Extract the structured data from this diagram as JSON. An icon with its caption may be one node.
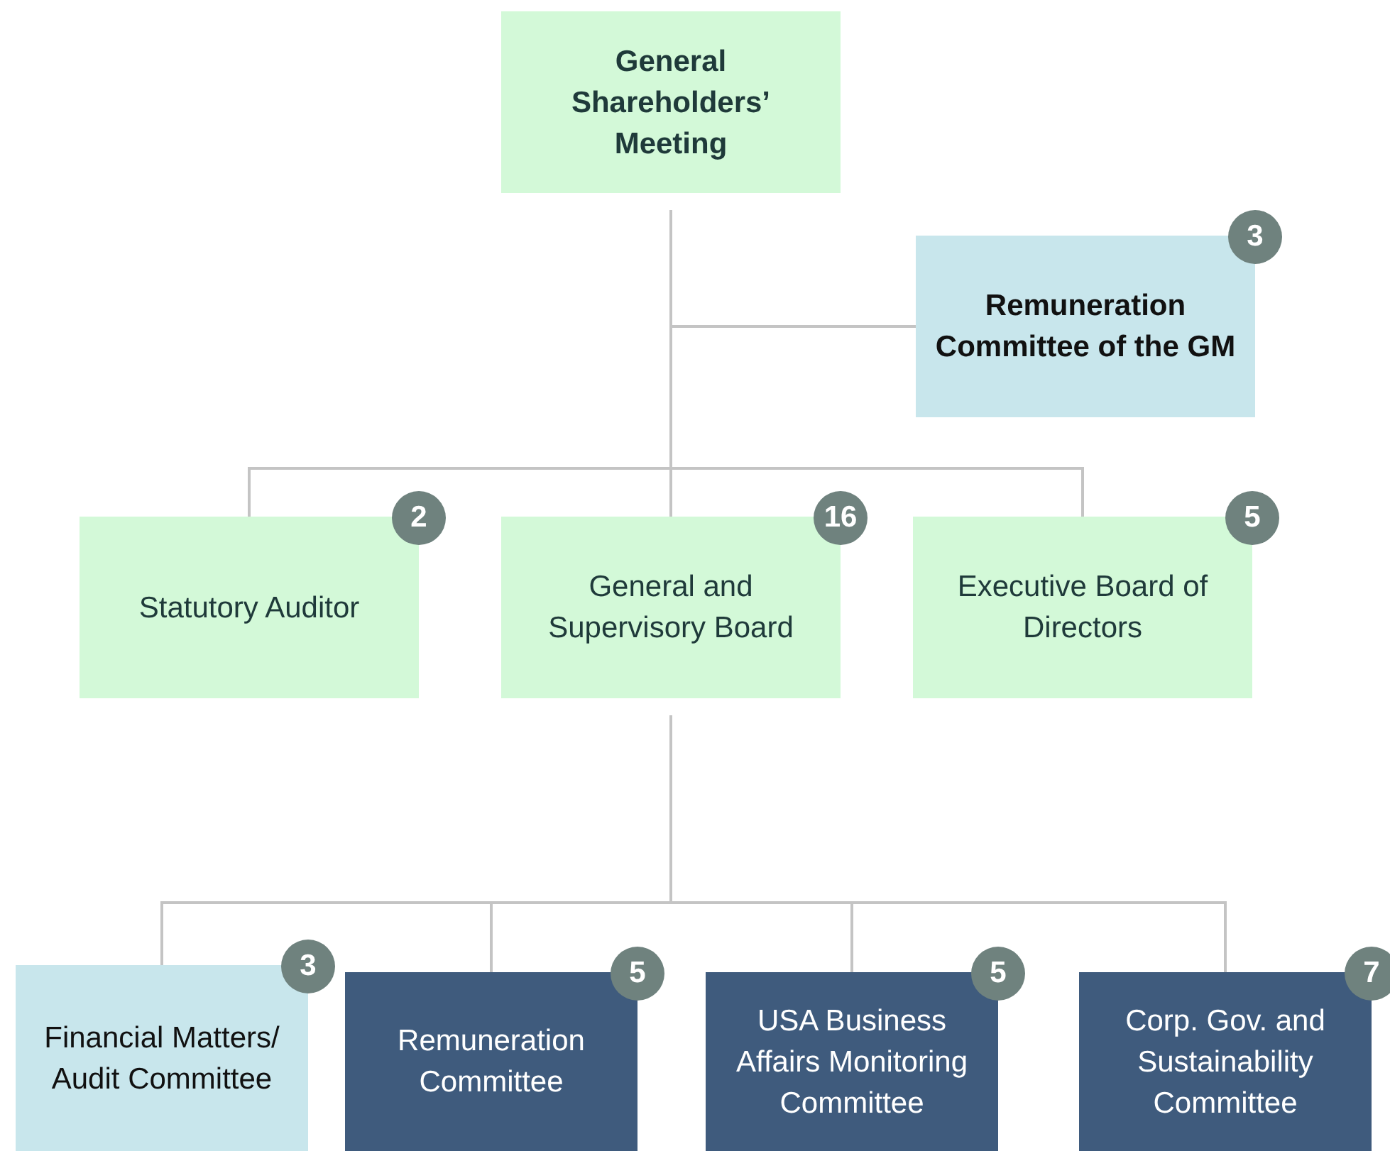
{
  "diagram": {
    "nodes": [
      {
        "text": [
          "General Shareholders’ Meeting"
        ]
      },
      {
        "text": [
          "Remuneration Committee of the GM"
        ],
        "beside": [
          "3"
        ]
      },
      {
        "text": [
          "Statutory Auditor"
        ],
        "beside": [
          "2"
        ]
      },
      {
        "text": [
          "General and Supervisory Board"
        ],
        "beside": [
          "16"
        ]
      },
      {
        "text": [
          "Executive Board of Directors"
        ],
        "beside": [
          "5"
        ]
      },
      {
        "text": [
          "Financial Matters/ Audit Committee"
        ],
        "beside": [
          "3"
        ]
      },
      {
        "text": [
          "Remuneration Committee"
        ],
        "beside": [
          "5"
        ]
      },
      {
        "text": [
          "USA Business Affairs Monitoring Committee"
        ],
        "beside": [
          "5"
        ]
      },
      {
        "text": [
          "Corp. Gov. and Sustainability Committee"
        ],
        "beside": [
          "7"
        ]
      }
    ],
    "edges": [
      {
        "from": 0,
        "to": 1,
        "arrow": "none"
      },
      {
        "from": 0,
        "to": 2,
        "arrow": "none"
      },
      {
        "from": 0,
        "to": 3,
        "arrow": "none"
      },
      {
        "from": 0,
        "to": 4,
        "arrow": "none"
      },
      {
        "from": 3,
        "to": 5,
        "arrow": "none"
      },
      {
        "from": 3,
        "to": 6,
        "arrow": "none"
      },
      {
        "from": 3,
        "to": 7,
        "arrow": "none"
      },
      {
        "from": 3,
        "to": 8,
        "arrow": "none"
      }
    ]
  }
}
